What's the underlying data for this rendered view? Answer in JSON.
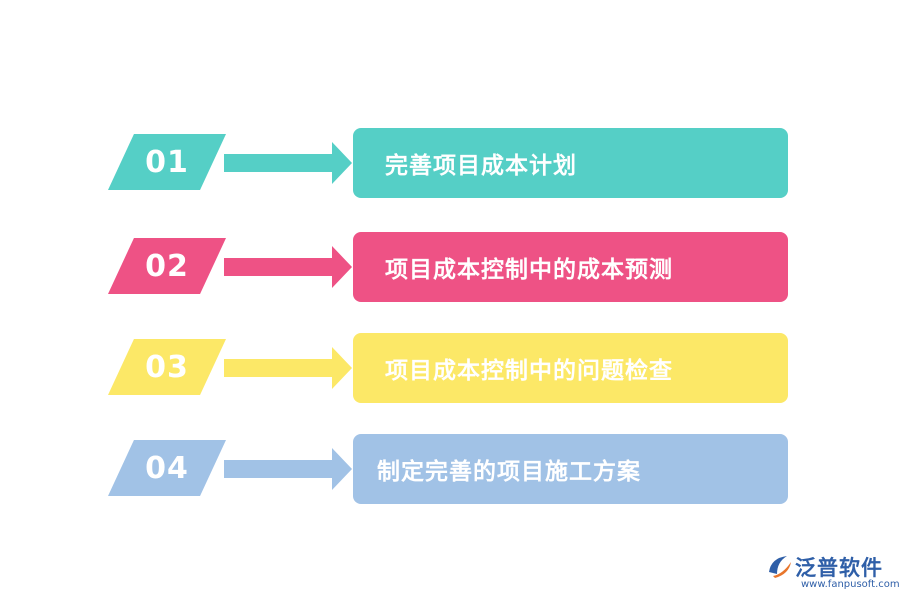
{
  "steps": [
    {
      "number": "01",
      "label": "完善项目成本计划",
      "color": "#55cfc6",
      "text_color": "#ffffff"
    },
    {
      "number": "02",
      "label": "项目成本控制中的成本预测",
      "color": "#ee5285",
      "text_color": "#ffffff"
    },
    {
      "number": "03",
      "label": "项目成本控制中的问题检查",
      "color": "#fce867",
      "text_color": "#ffffff"
    },
    {
      "number": "04",
      "label": "制定完善的项目施工方案",
      "color": "#a1c2e6",
      "text_color": "#ffffff"
    }
  ],
  "logo": {
    "name": "泛普软件",
    "url": "www.fanpusoft.com",
    "icon": "fanpu-logo-icon",
    "color": "#2f5fa8",
    "accent": "#e8762c"
  }
}
